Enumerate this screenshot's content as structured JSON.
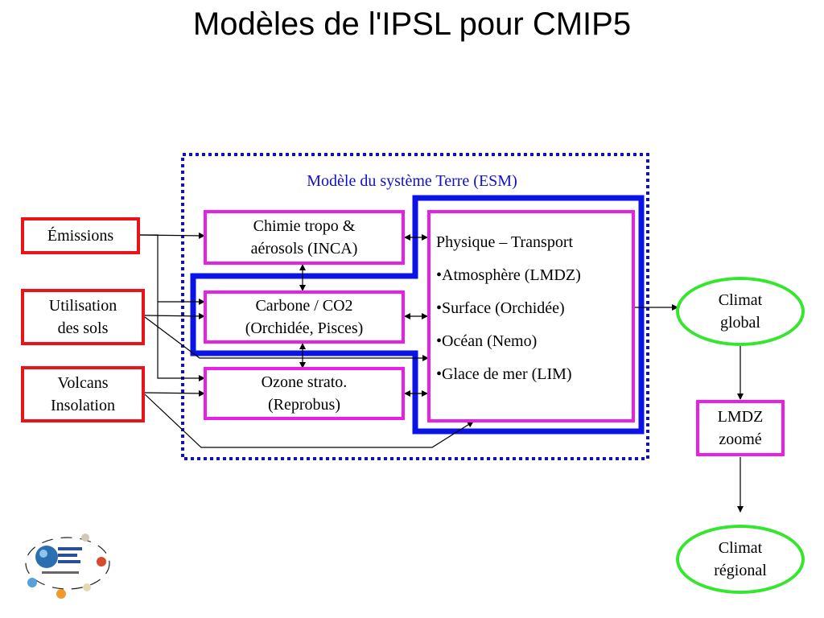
{
  "title": "Modèles de l'IPSL pour CMIP5",
  "esm_label": "Modèle du système Terre (ESM)",
  "inputs": [
    {
      "lines": [
        "Émissions"
      ]
    },
    {
      "lines": [
        "Utilisation",
        "des sols"
      ]
    },
    {
      "lines": [
        "Volcans",
        "Insolation"
      ]
    }
  ],
  "components": [
    {
      "lines": [
        "Chimie tropo &",
        "aérosols (INCA)"
      ]
    },
    {
      "lines": [
        "Carbone / CO2",
        "(Orchidée, Pisces)"
      ]
    },
    {
      "lines": [
        "Ozone strato.",
        "(Reprobus)"
      ]
    }
  ],
  "physics": {
    "header": "Physique – Transport",
    "items": [
      "•Atmosphère (LMDZ)",
      "•Surface (Orchidée)",
      "•Océan (Nemo)",
      "•Glace de mer (LIM)"
    ]
  },
  "outputs": {
    "global": [
      "Climat",
      "global"
    ],
    "zoom": [
      "LMDZ",
      "zoomé"
    ],
    "regional": [
      "Climat",
      "régional"
    ]
  },
  "colors": {
    "input_border": "#e8141a",
    "component_border": "#e71fe7",
    "esm_border": "#1010cc",
    "core_border": "#0a14e6",
    "output_border": "#35e62f"
  }
}
